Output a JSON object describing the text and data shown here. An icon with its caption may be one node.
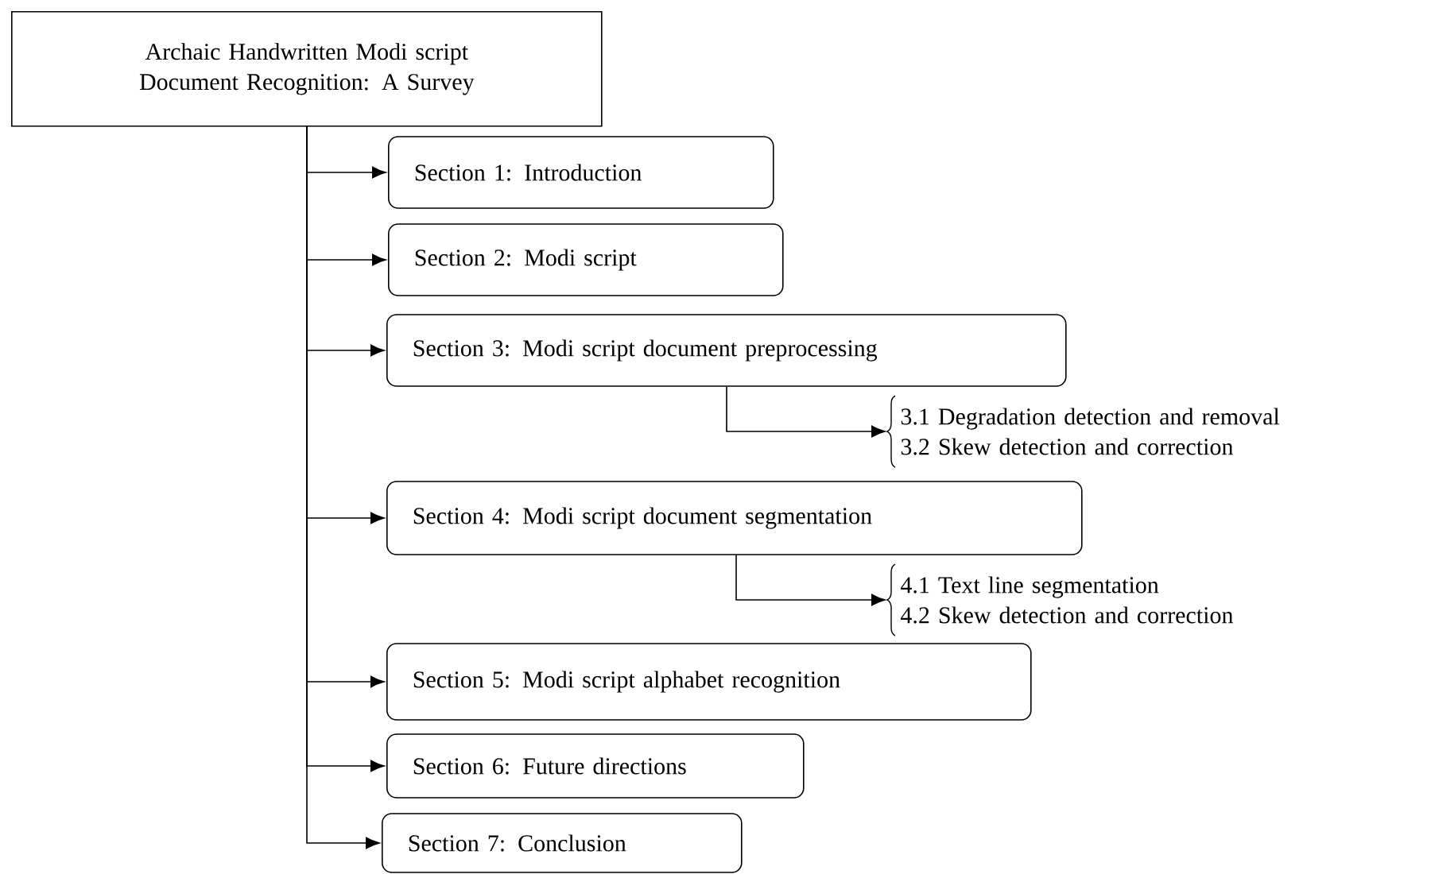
{
  "diagram": {
    "nodes": [
      {
        "text": [
          "Archaic Handwritten Modi script Document Recognition: A Survey"
        ]
      },
      {
        "text": [
          "Section 1: Introduction"
        ]
      },
      {
        "text": [
          "Section 2: Modi script"
        ]
      },
      {
        "text": [
          "Section 3: Modi script document preprocessing"
        ]
      },
      {
        "text": [
          "3.1 Degradation detection and removal",
          "3.2 Skew detection and correction"
        ]
      },
      {
        "text": [
          "Section 4: Modi script document segmentation"
        ]
      },
      {
        "text": [
          "4.1 Text line segmentation",
          "4.2 Skew detection and correction"
        ]
      },
      {
        "text": [
          "Section 5: Modi script alphabet recognition"
        ]
      },
      {
        "text": [
          "Section 6: Future directions"
        ]
      },
      {
        "text": [
          "Section 7: Conclusion"
        ]
      }
    ],
    "edges": [
      {
        "from": 0,
        "to": 1,
        "arrow": "to"
      },
      {
        "from": 0,
        "to": 2,
        "arrow": "to"
      },
      {
        "from": 0,
        "to": 3,
        "arrow": "to"
      },
      {
        "from": 3,
        "to": 4,
        "arrow": "to"
      },
      {
        "from": 0,
        "to": 5,
        "arrow": "to"
      },
      {
        "from": 5,
        "to": 6,
        "arrow": "to"
      },
      {
        "from": 0,
        "to": 7,
        "arrow": "to"
      },
      {
        "from": 0,
        "to": 8,
        "arrow": "to"
      },
      {
        "from": 0,
        "to": 9,
        "arrow": "to"
      }
    ]
  }
}
